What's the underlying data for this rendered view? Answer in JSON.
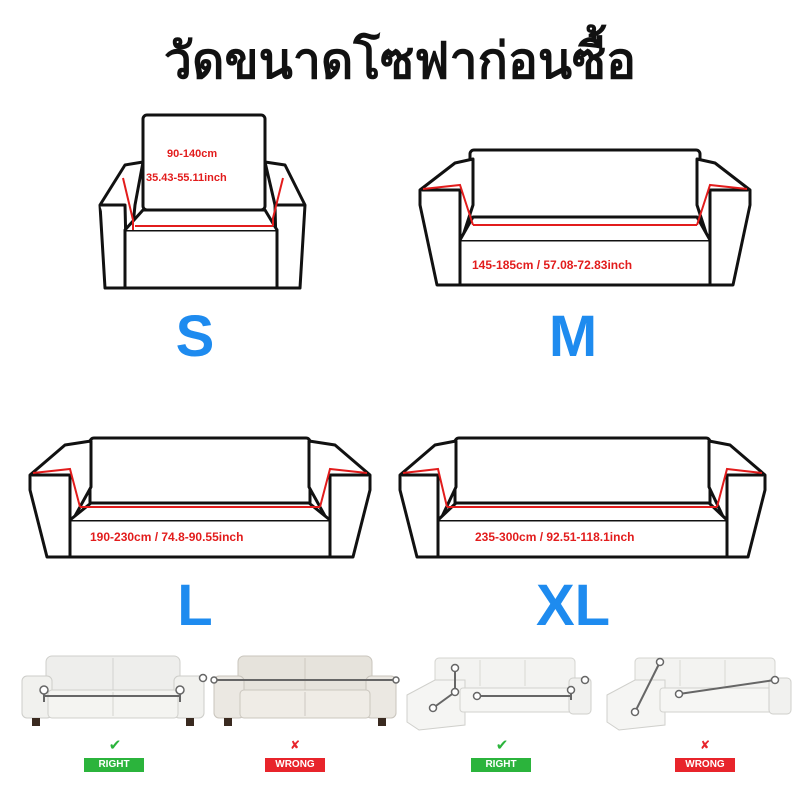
{
  "title": "วัดขนาดโซฟาก่อนซื้อ",
  "sizes": [
    {
      "letter": "S",
      "measure_cm": "90-140cm",
      "measure_inch": "35.43-55.11inch"
    },
    {
      "letter": "M",
      "measure": "145-185cm / 57.08-72.83inch"
    },
    {
      "letter": "L",
      "measure": "190-230cm / 74.8-90.55inch"
    },
    {
      "letter": "XL",
      "measure": "235-300cm / 92.51-118.1inch"
    }
  ],
  "examples": [
    {
      "label": "RIGHT",
      "mark": "✔"
    },
    {
      "label": "WRONG",
      "mark": "✘"
    },
    {
      "label": "RIGHT",
      "mark": "✔"
    },
    {
      "label": "WRONG",
      "mark": "✘"
    }
  ],
  "colors": {
    "size_letter": "#1e8bef",
    "measure_text": "#e21c1c",
    "right_badge": "#2bb43c",
    "wrong_badge": "#e8242b"
  },
  "icons": [
    "check-icon",
    "cross-icon",
    "sofa-outline",
    "sofa-photo"
  ]
}
